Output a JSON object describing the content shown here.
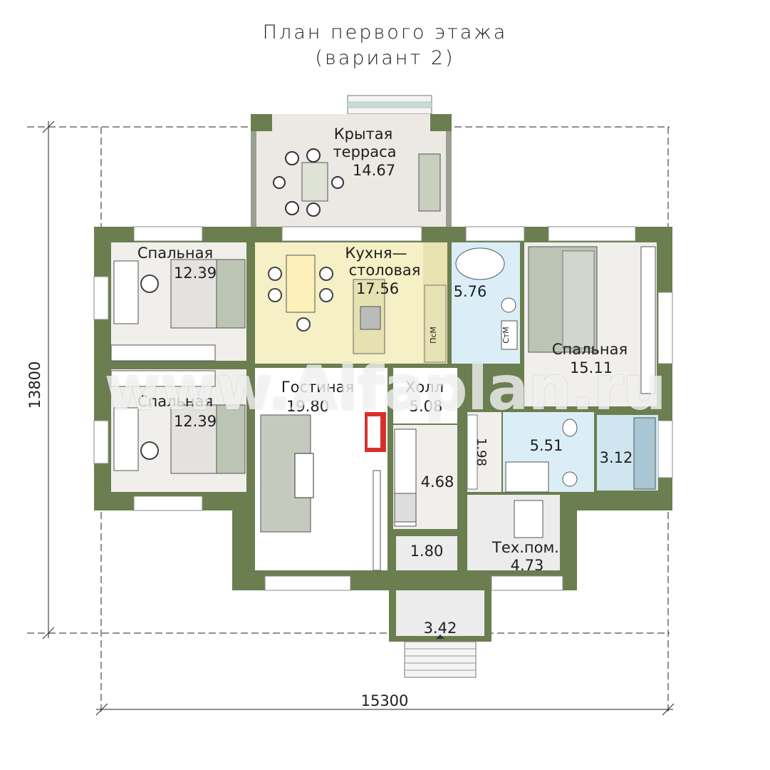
{
  "title": {
    "line1": "План первого этажа",
    "line2": "(вариант 2)"
  },
  "watermark": "www.Alfaplan.ru",
  "dimensions": {
    "width": "15300",
    "height": "13800"
  },
  "rooms": {
    "terrace": {
      "name1": "Крытая",
      "name2": "терраса",
      "area": "14.67"
    },
    "bedroom_top_left": {
      "name": "Спальная",
      "area": "12.39"
    },
    "kitchen": {
      "name1": "Кухня—",
      "name2": "столовая",
      "area": "17.56"
    },
    "bathroom": {
      "area": "5.76"
    },
    "bedroom_right": {
      "name": "Спальная",
      "area": "15.11"
    },
    "bedroom_bottom_left": {
      "name": "Спальная",
      "area": "12.39"
    },
    "living": {
      "name": "Гостиная",
      "area": "19.80"
    },
    "hall": {
      "name": "Холл",
      "area": "5.08"
    },
    "closet": {
      "area": "4.68"
    },
    "pantry": {
      "area": "1.98"
    },
    "bath2": {
      "area": "5.51"
    },
    "sauna": {
      "area": "3.12"
    },
    "vestibule": {
      "area": "1.80"
    },
    "tech": {
      "name": "Тех.пом.",
      "area": "4.73"
    },
    "porch": {
      "area": "3.42"
    }
  },
  "appliance_labels": {
    "dishwasher": "ПсМ",
    "washer": "СтМ"
  },
  "colors": {
    "wall": "#6b7e4f",
    "wall_light": "#8fa06d",
    "kitchen_floor": "#f5f0c5",
    "bath_floor": "#dbeef7",
    "room_floor": "#f1efec",
    "terrace_floor": "#ece9e4",
    "living_floor": "#ffffff",
    "hall_floor": "#ececec"
  }
}
